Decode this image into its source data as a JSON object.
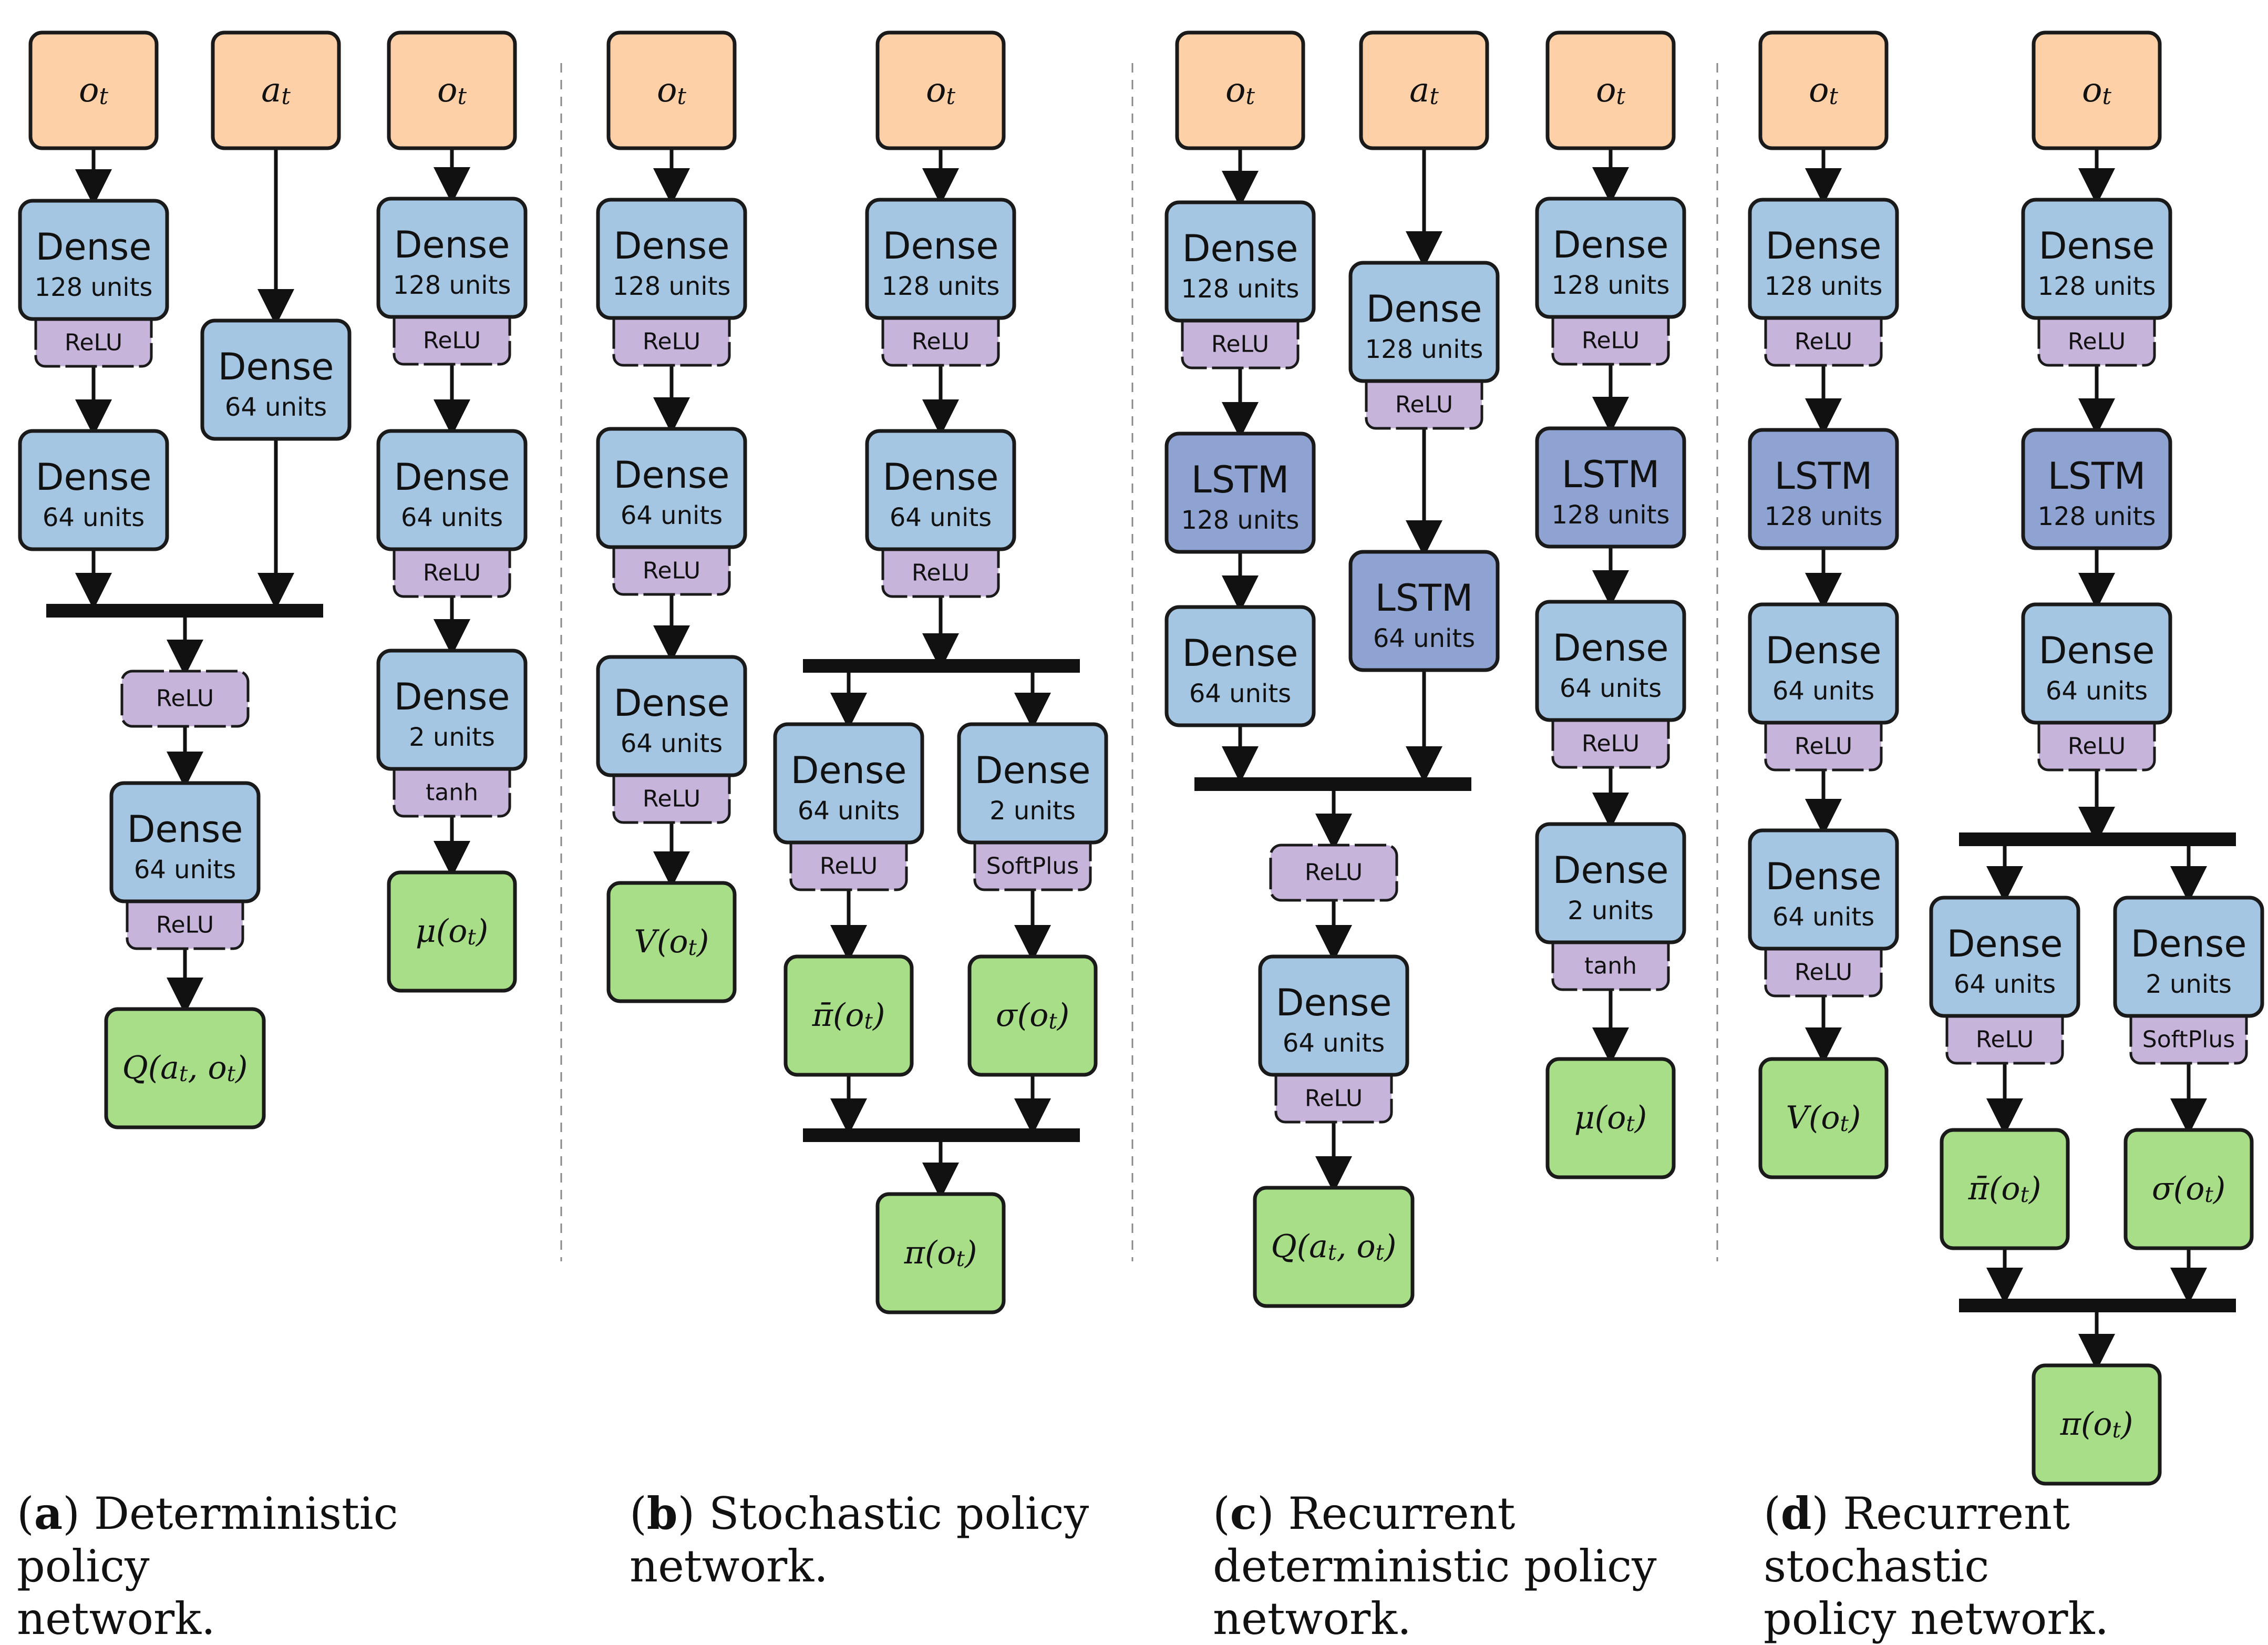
{
  "colors": {
    "input": "#fdd0a8",
    "dense": "#a5c6e3",
    "lstm": "#8fa3d2",
    "activation": "#c6b4db",
    "output": "#a9de88",
    "stroke": "#1a1a1a"
  },
  "labels": {
    "dense": "Dense",
    "lstm": "LSTM",
    "u128": "128 units",
    "u64": "64 units",
    "u2": "2 units",
    "relu": "ReLU",
    "tanh": "tanh",
    "softplus": "SoftPlus"
  },
  "symbols": {
    "ot": "o",
    "ot_sub": "t",
    "at": "a",
    "at_sub": "t",
    "q": "Q(a",
    "q_mid": ", o",
    "q_end": ")",
    "mu": "μ(o",
    "v": "V(o",
    "pibar": "π̄(o",
    "sigma": "σ(o",
    "pi": "π(o",
    "close": ")"
  },
  "captions": {
    "a_letter": "a",
    "a_line1": " Deterministic policy",
    "a_line2": "network.",
    "b_letter": "b",
    "b_line1": " Stochastic policy",
    "b_line2": "network.",
    "c_letter": "c",
    "c_line1": " Recurrent",
    "c_line2": "deterministic policy",
    "c_line3": "network.",
    "d_letter": "d",
    "d_line1": " Recurrent stochastic",
    "d_line2": "policy network."
  }
}
